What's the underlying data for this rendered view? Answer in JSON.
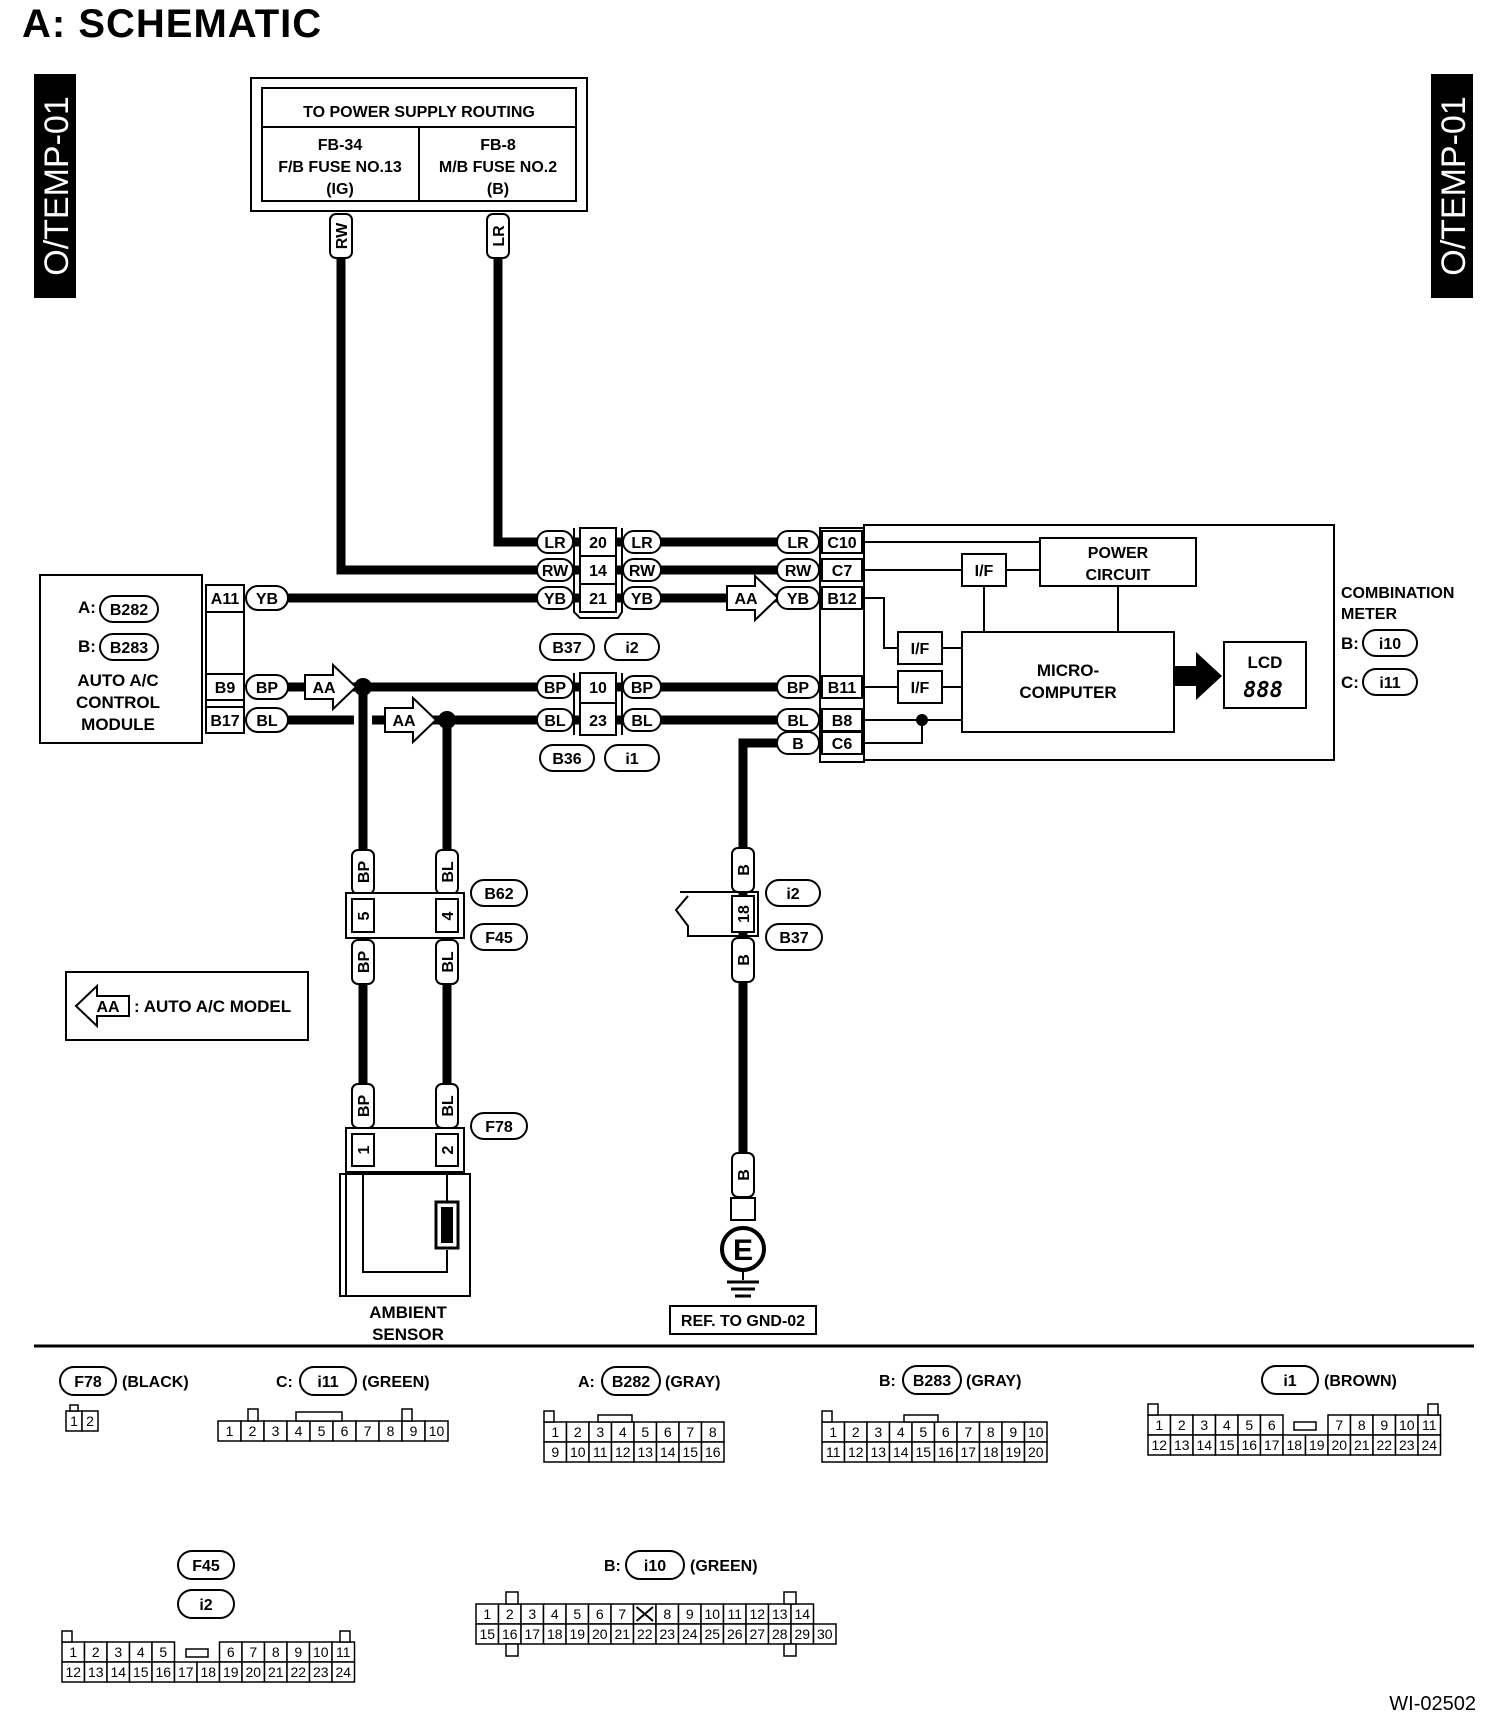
{
  "title": "A:  SCHEMATIC",
  "page_refs": {
    "left": "O/TEMP-01",
    "right": "O/TEMP-01"
  },
  "power_routing": {
    "header": "TO POWER SUPPLY ROUTING",
    "col1": [
      "FB-34",
      "F/B FUSE NO.13",
      "(IG)"
    ],
    "col2": [
      "FB-8",
      "M/B FUSE NO.2",
      "(B)"
    ]
  },
  "wire_codes": {
    "rw": "RW",
    "lr": "LR",
    "yb": "YB",
    "bp": "BP",
    "bl": "BL",
    "b": "B"
  },
  "pins": {
    "a11": "A11",
    "b9": "B9",
    "b17": "B17",
    "c10": "C10",
    "c7": "C7",
    "b12": "B12",
    "b11": "B11",
    "b8": "B8",
    "c6": "C6",
    "p20": "20",
    "p14": "14",
    "p21": "21",
    "p10": "10",
    "p23": "23",
    "p5": "5",
    "p4": "4",
    "p18": "18",
    "p1": "1",
    "p2": "2"
  },
  "connectors": {
    "b282": "B282",
    "b283": "B283",
    "b37": "B37",
    "i2": "i2",
    "b36": "B36",
    "i1": "i1",
    "b62": "B62",
    "f45": "F45",
    "f78": "F78",
    "i10": "i10",
    "i11": "i11"
  },
  "ac_module": {
    "a_prefix": "A:",
    "b_prefix": "B:",
    "name": [
      "AUTO A/C",
      "CONTROL",
      "MODULE"
    ]
  },
  "meter": {
    "if": "I/F",
    "power": [
      "POWER",
      "CIRCUIT"
    ],
    "micro": [
      "MICRO-",
      "COMPUTER"
    ],
    "lcd": "LCD",
    "lcd_digits": "888",
    "label": [
      "COMBINATION",
      "METER"
    ],
    "b_prefix": "B:",
    "c_prefix": "C:"
  },
  "aa": "AA",
  "legend": {
    "symbol": "AA",
    "text": ": AUTO A/C MODEL"
  },
  "ambient_sensor": [
    "AMBIENT",
    "SENSOR"
  ],
  "ground": {
    "symbol": "E",
    "ref": "REF. TO GND-02"
  },
  "connector_views": {
    "f78": {
      "name": "F78",
      "color": "(BLACK)"
    },
    "i11": {
      "prefix": "C:",
      "name": "i11",
      "color": "(GREEN)"
    },
    "b282": {
      "prefix": "A:",
      "name": "B282",
      "color": "(GRAY)"
    },
    "b283": {
      "prefix": "B:",
      "name": "B283",
      "color": "(GRAY)"
    },
    "i1": {
      "name": "i1",
      "color": "(BROWN)"
    },
    "f45": {
      "name": "F45"
    },
    "i2": {
      "name": "i2"
    },
    "i10": {
      "prefix": "B:",
      "name": "i10",
      "color": "(GREEN)"
    }
  },
  "figure_id": "WI-02502"
}
